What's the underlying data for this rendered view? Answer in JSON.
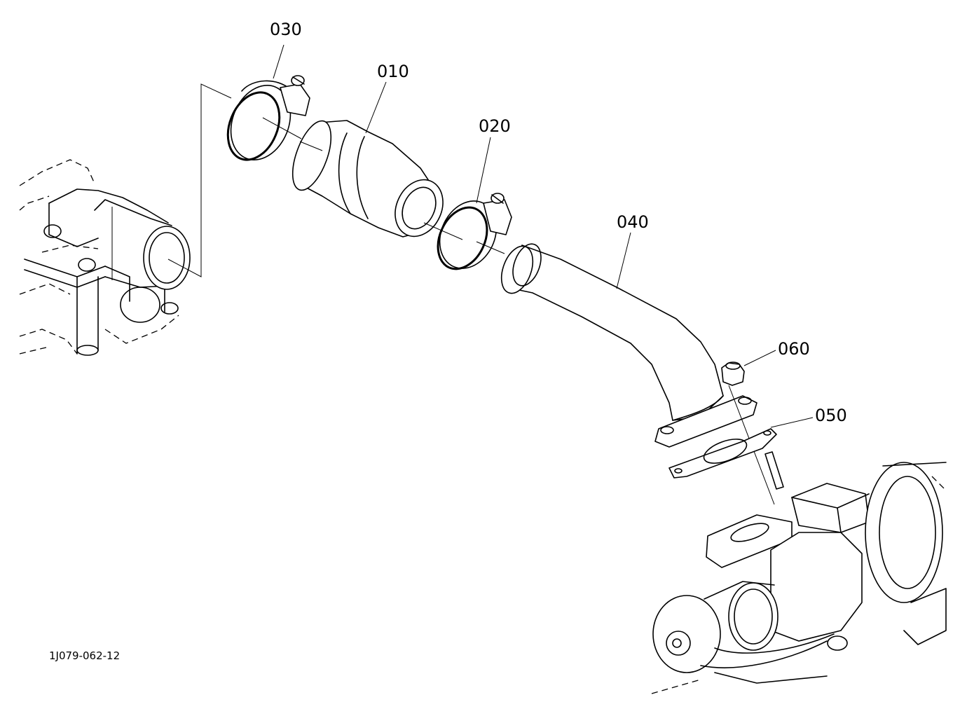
{
  "diagram": {
    "reference_code": "1J079-062-12",
    "parts": [
      {
        "id": "010",
        "label": "010"
      },
      {
        "id": "020",
        "label": "020"
      },
      {
        "id": "030",
        "label": "030"
      },
      {
        "id": "040",
        "label": "040"
      },
      {
        "id": "050",
        "label": "050"
      },
      {
        "id": "060",
        "label": "060"
      }
    ]
  }
}
